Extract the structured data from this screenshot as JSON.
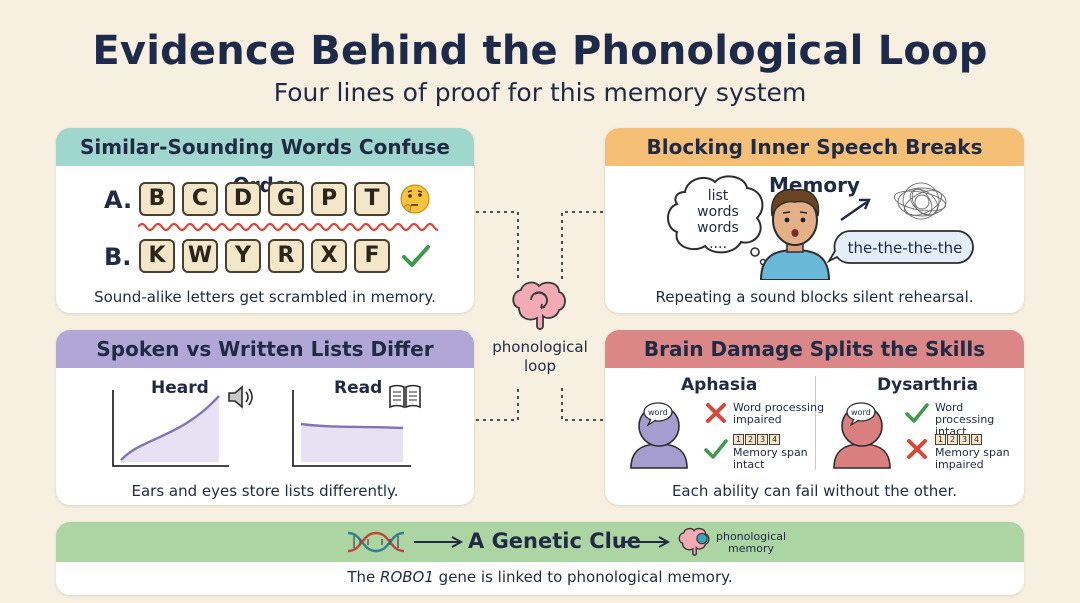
{
  "header": {
    "title": "Evidence Behind the Phonological Loop",
    "subtitle": "Four lines of proof for this memory system"
  },
  "center": {
    "label_line1": "phonological",
    "label_line2": "loop",
    "icon": "brain-icon"
  },
  "similar": {
    "heading": "Similar-Sounding Words Confuse Order",
    "row_a_label": "A.",
    "row_a_letters": [
      "B",
      "C",
      "D",
      "G",
      "P",
      "T"
    ],
    "row_b_label": "B.",
    "row_b_letters": [
      "K",
      "W",
      "Y",
      "R",
      "X",
      "F"
    ],
    "caption": "Sound-alike letters get scrambled in memory."
  },
  "blocking": {
    "heading": "Blocking Inner Speech Breaks Memory",
    "thought": [
      "list",
      "words",
      "words",
      "...."
    ],
    "speech": "the-the-the-the",
    "caption": "Repeating a sound blocks silent rehearsal."
  },
  "spoken": {
    "heading": "Spoken vs Written Lists Differ",
    "heard_label": "Heard",
    "read_label": "Read",
    "caption": "Ears and eyes store lists differently."
  },
  "brain": {
    "heading": "Brain Damage Splits the Skills",
    "aphasia": {
      "title": "Aphasia",
      "bubble": "word",
      "item1": [
        "Word processing",
        "impaired"
      ],
      "digits": [
        "1",
        "2",
        "3",
        "4"
      ],
      "item2": [
        "Memory span",
        "intact"
      ]
    },
    "dysarthria": {
      "title": "Dysarthria",
      "bubble": "word",
      "item1": [
        "Word processing",
        "intact"
      ],
      "digits": [
        "1",
        "2",
        "3",
        "4"
      ],
      "item2": [
        "Memory span",
        "impaired"
      ]
    },
    "caption": "Each ability can fail without the other."
  },
  "genetic": {
    "heading": "A Genetic Clue",
    "brain_label_line1": "phonological",
    "brain_label_line2": "memory",
    "caption_pre": "The ",
    "caption_gene": "ROBO1",
    "caption_post": " gene is linked to phonological memory."
  },
  "colors": {
    "teal": "#9fd6cd",
    "orange": "#f6bf76",
    "purple": "#b1a7d7",
    "red": "#db8787",
    "green": "#add5a4",
    "background": "#f7efdf"
  }
}
